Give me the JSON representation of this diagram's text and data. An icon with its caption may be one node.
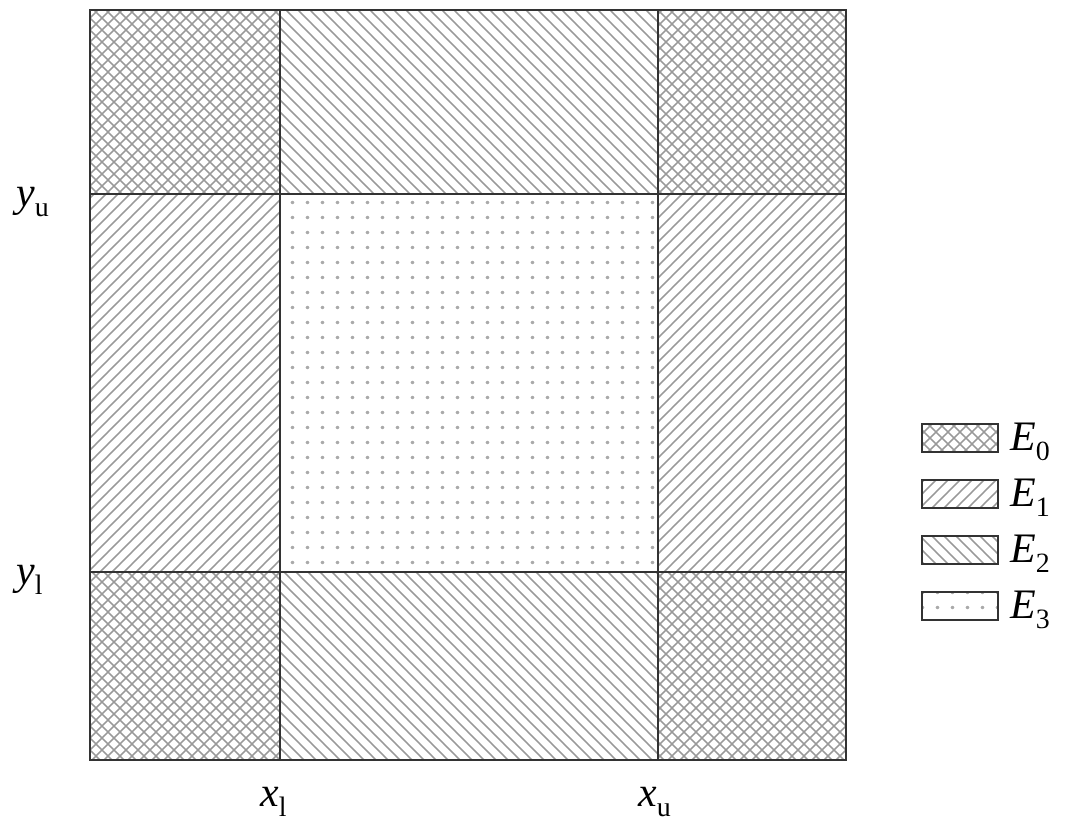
{
  "diagram": {
    "labels": [
      "y$_{u}$",
      "y$_{l}$",
      "x$_{l}$",
      "x$_{u}$"
    ],
    "legend": [
      {
        "text": "E$_{0}$"
      },
      {
        "text": "E$_{1}$"
      },
      {
        "text": "E$_{2}$"
      },
      {
        "text": "E$_{3}$"
      }
    ]
  }
}
